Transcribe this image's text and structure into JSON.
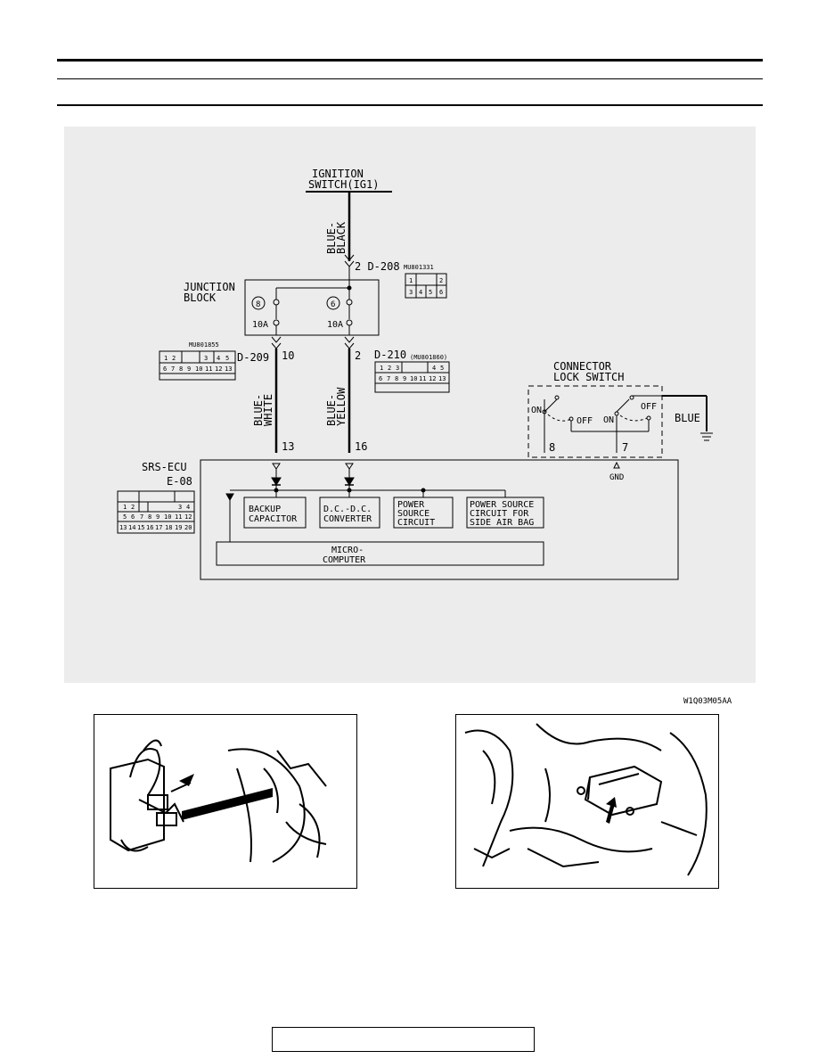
{
  "diagram": {
    "ignition_label": [
      "IGNITION",
      "SWITCH(IG1)"
    ],
    "wire_blue_black": [
      "BLUE-",
      "BLACK"
    ],
    "wire_blue_white": [
      "BLUE-",
      "WHITE"
    ],
    "wire_blue_yellow": [
      "BLUE-",
      "YELLOW"
    ],
    "wire_blue": "BLUE",
    "d208": "2  D-208",
    "d208_part": "MU801331",
    "d208_pins": [
      "1",
      "2",
      "3",
      "4",
      "5",
      "6"
    ],
    "junction_label": [
      "JUNCTION",
      "BLOCK"
    ],
    "fuse_a_num": "8",
    "fuse_b_num": "6",
    "fuse_a_rating": "10A",
    "fuse_b_rating": "10A",
    "d209_part": "MU801855",
    "d209": "D-209",
    "d209_pins": [
      "1",
      "2",
      "3",
      "4",
      "5",
      "6",
      "7",
      "8",
      "9",
      "10",
      "11",
      "12",
      "13"
    ],
    "d210": "D-210",
    "d210_part": "(MU801860)",
    "d210_pins": [
      "1",
      "2",
      "3",
      "4",
      "5",
      "6",
      "7",
      "8",
      "9",
      "10",
      "11",
      "12",
      "13"
    ],
    "pin_10": "10",
    "pin_2": "2",
    "pin_13": "13",
    "pin_16": "16",
    "pin_8": "8",
    "pin_7": "7",
    "connector_switch_label": [
      "CONNECTOR",
      "LOCK SWITCH"
    ],
    "sw_on": "ON",
    "sw_off": "OFF",
    "gnd": "GND",
    "ecu_label": [
      "SRS-ECU",
      "E-08"
    ],
    "e08_pins": [
      "1",
      "2",
      "3",
      "4",
      "5",
      "6",
      "7",
      "8",
      "9",
      "10",
      "11",
      "12",
      "13",
      "14",
      "15",
      "16",
      "17",
      "18",
      "19",
      "20"
    ],
    "box_backup": [
      "BACKUP",
      "CAPACITOR"
    ],
    "box_dcdc": [
      "D.C.-D.C.",
      "CONVERTER"
    ],
    "box_power": [
      "POWER",
      "SOURCE",
      "CIRCUIT"
    ],
    "box_side": [
      "POWER SOURCE",
      "CIRCUIT FOR",
      "SIDE AIR BAG"
    ],
    "micro": [
      "MICRO-",
      "COMPUTER"
    ],
    "figure_code": "W1Q03M05AA"
  },
  "photos": {
    "left": "junction-block-location-illustration",
    "right": "srs-ecu-location-illustration"
  }
}
